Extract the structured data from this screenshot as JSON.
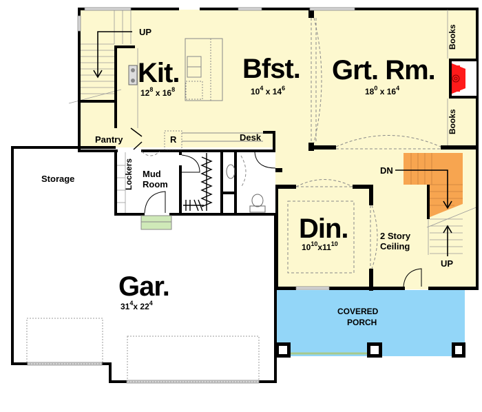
{
  "plan": {
    "colors": {
      "interior": "#fdf8cf",
      "garage": "#ffffff",
      "porch": "#93d6f8",
      "stair_down": "#f7a550",
      "fireplace": "#ff1a1a",
      "stoop": "#cfe9b8",
      "wall": "#000000"
    },
    "rooms": {
      "kitchen": {
        "name": "Kit.",
        "dim_a": "12",
        "dim_a_sup": "8",
        "dim_b": "16",
        "dim_b_sup": "8"
      },
      "breakfast": {
        "name": "Bfst.",
        "dim_a": "10",
        "dim_a_sup": "4",
        "dim_b": "14",
        "dim_b_sup": "6"
      },
      "great_room": {
        "name": "Grt. Rm.",
        "dim_a": "18",
        "dim_a_sup": "0",
        "dim_b": "16",
        "dim_b_sup": "4"
      },
      "dining": {
        "name": "Din.",
        "dim_a": "10",
        "dim_a_sup": "10",
        "dim_b": "11",
        "dim_b_sup": "10"
      },
      "garage": {
        "name": "Gar.",
        "dim_a": "31",
        "dim_a_sup": "4",
        "dim_b": "22",
        "dim_b_sup": "4"
      }
    },
    "labels": {
      "pantry": "Pantry",
      "refrigerator": "R",
      "desk": "Desk",
      "lockers": "Lockers",
      "mud_room_1": "Mud",
      "mud_room_2": "Room",
      "storage": "Storage",
      "books_top": "Books",
      "books_bottom": "Books",
      "stair_up_left": "UP",
      "stair_dn": "DN",
      "stair_up_right": "UP",
      "two_story_1": "2 Story",
      "two_story_2": "Ceiling",
      "porch_1": "COVERED",
      "porch_2": "PORCH",
      "dim_separator": "x"
    }
  }
}
